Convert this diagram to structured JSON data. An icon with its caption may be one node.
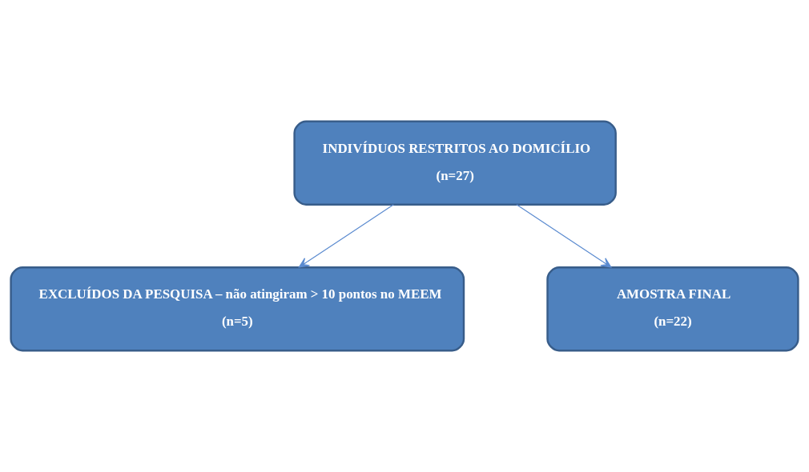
{
  "diagram": {
    "nodes": [
      {
        "text": [
          "INDIVÍDUOS RESTRITOS AO DOMICÍLIO",
          "(n=27)"
        ]
      },
      {
        "text": [
          "EXCLUÍDOS DA PESQUISA – não atingiram > 10 pontos no MEEM",
          "(n=5)"
        ]
      },
      {
        "text": [
          "AMOSTRA FINAL",
          "(n=22)"
        ]
      }
    ],
    "edges": [
      {
        "from": 0,
        "to": 1,
        "arrow": "to"
      },
      {
        "from": 0,
        "to": 2,
        "arrow": "to"
      }
    ]
  }
}
